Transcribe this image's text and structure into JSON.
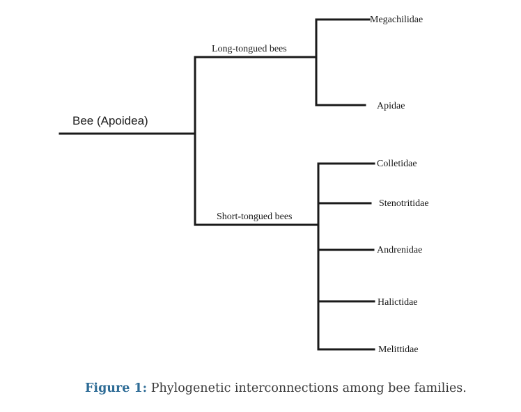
{
  "tree": {
    "root": "Bee (Apoidea)",
    "clades": [
      {
        "label": "Long-tongued bees",
        "families": [
          "Megachilidae",
          "Apidae"
        ]
      },
      {
        "label": "Short-tongued bees",
        "families": [
          "Colletidae",
          "Stenotritidae",
          "Andrenidae",
          "Halictidae",
          "Melittidae"
        ]
      }
    ]
  },
  "caption": {
    "figure_number": "Figure 1:",
    "text": " Phylogenetic interconnections among bee families."
  }
}
